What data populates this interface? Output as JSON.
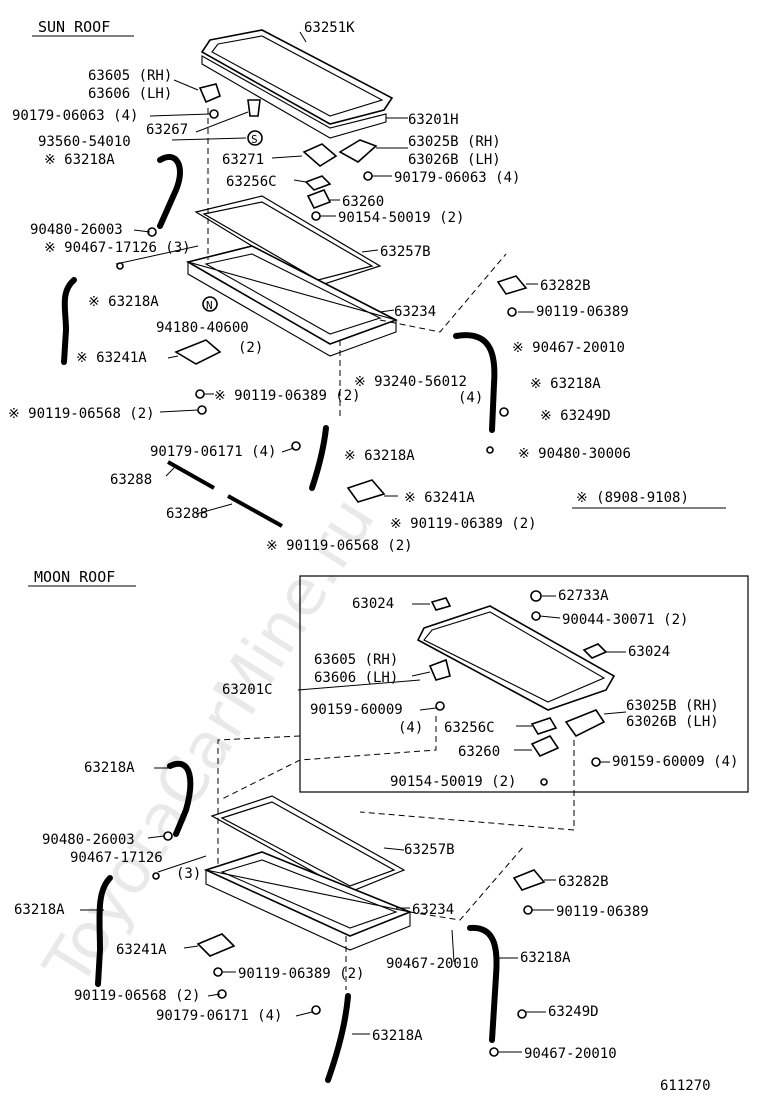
{
  "sections": {
    "sun_roof": "SUN ROOF",
    "moon_roof": "MOON ROOF"
  },
  "period_note": "※ (8908-9108)",
  "figure_number": "611270",
  "watermark": "ToyotaCarMine.ru",
  "sun_labels": {
    "l01": "63251K",
    "l02": "63605 (RH)",
    "l03": "63606 (LH)",
    "l04": "90179-06063 (4)",
    "l05": "63267",
    "l06": "93560-54010",
    "l07": "63201H",
    "l08": "63025B (RH)",
    "l09": "63026B (LH)",
    "l10": "※ 63218A",
    "l11": "63271",
    "l12": "90179-06063 (4)",
    "l13": "63256C",
    "l14": "63260",
    "l15": "90154-50019 (2)",
    "l16": "90480-26003",
    "l17": "※ 90467-17126 (3)",
    "l18": "63257B",
    "l19": "63282B",
    "l20": "※ 63218A",
    "l21": "63234",
    "l22": "90119-06389",
    "l23": "94180-40600",
    "l24": "(2)",
    "l25": "※ 90467-20010",
    "l26": "※ 63241A",
    "l27": "※ 93240-56012",
    "l28": "※ 63218A",
    "l29": "(4)",
    "l30": "※ 90119-06389 (2)",
    "l31": "※ 90119-06568 (2)",
    "l32": "※ 63249D",
    "l33": "90179-06171 (4)",
    "l34": "※ 63218A",
    "l35": "※ 90480-30006",
    "l36": "63288",
    "l37": "※ 63241A",
    "l38": "63288",
    "l39": "※ 90119-06389 (2)",
    "l40": "※ 90119-06568 (2)"
  },
  "moon_labels": {
    "m01": "62733A",
    "m02": "63024",
    "m03": "90044-30071 (2)",
    "m04": "63024",
    "m05": "63605 (RH)",
    "m06": "63606 (LH)",
    "m07": "63201C",
    "m08": "63025B (RH)",
    "m09": "63026B (LH)",
    "m10": "90159-60009",
    "m11": "(4)",
    "m12": "63256C",
    "m13": "63260",
    "m14": "90159-60009 (4)",
    "m15": "90154-50019 (2)",
    "m16": "63218A",
    "m17": "90480-26003",
    "m18": "63257B",
    "m19": "90467-17126",
    "m20": "(3)",
    "m21": "63282B",
    "m22": "63218A",
    "m23": "63234",
    "m24": "90119-06389",
    "m25": "63241A",
    "m26": "90467-20010",
    "m27": "63218A",
    "m28": "90119-06389 (2)",
    "m29": "90119-06568 (2)",
    "m30": "90179-06171 (4)",
    "m31": "63249D",
    "m32": "63218A",
    "m33": "90467-20010"
  },
  "markers": {
    "s": "S",
    "n": "N"
  }
}
